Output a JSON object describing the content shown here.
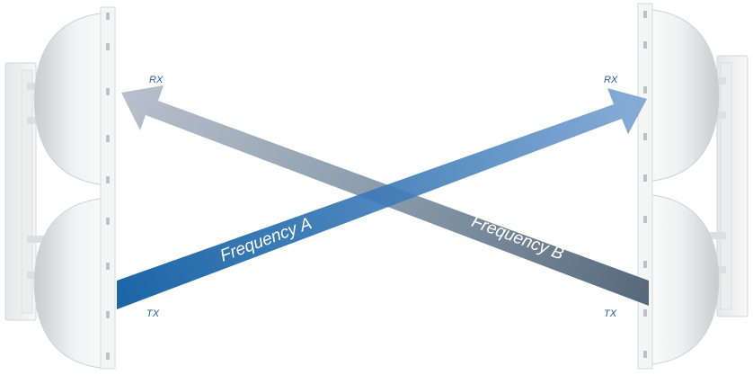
{
  "labels": {
    "rx_left": "RX",
    "rx_right": "RX",
    "tx_left": "TX",
    "tx_right": "TX",
    "frequency_a": "Frequency A",
    "frequency_b": "Frequency B"
  },
  "colors": {
    "rx_label": "#2a5f91",
    "tx_label": "#2a5f91",
    "frequency_a_arrow": "#1f66a8",
    "frequency_b_arrow": "#5f7386",
    "arrow_text": "#ffffff"
  },
  "icons": {
    "left_device": "dual-dish-antenna-icon",
    "right_device": "dual-dish-antenna-icon"
  }
}
